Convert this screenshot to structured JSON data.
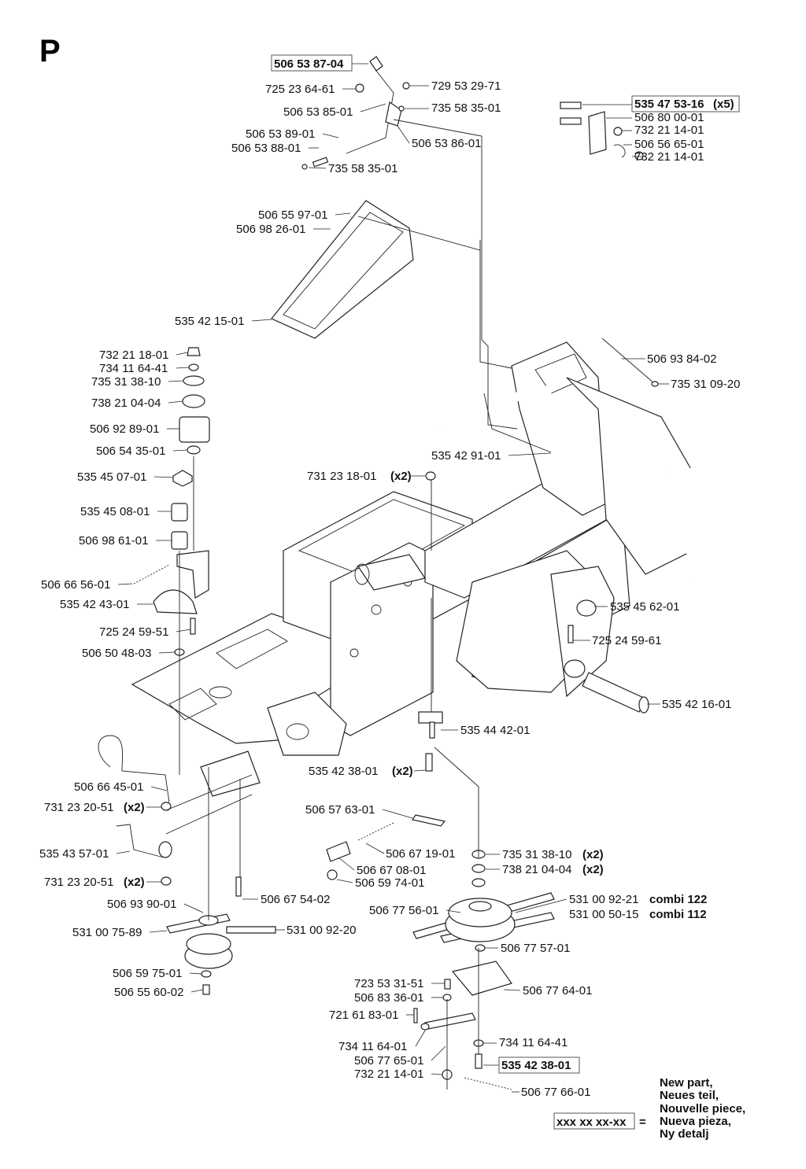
{
  "page_letter": "P",
  "parts": {
    "p01": "506 53 87-04",
    "p02": "725 23 64-61",
    "p03": "729 53 29-71",
    "p04": "506 53 85-01",
    "p05": "735 58 35-01",
    "p06": "506 53 89-01",
    "p07": "506 53 86-01",
    "p08": "506 53 88-01",
    "p09": "735 58 35-01",
    "p10": "535 47 53-16",
    "p10q": "(x5)",
    "p11": "506 80 00-01",
    "p12": "732 21 14-01",
    "p13": "506 56 65-01",
    "p14": "732 21 14-01",
    "p15": "506 55 97-01",
    "p16": "506 98 26-01",
    "p17": "535 42 15-01",
    "p18": "732 21 18-01",
    "p19": "734 11 64-41",
    "p20": "735 31 38-10",
    "p21": "738 21 04-04",
    "p22": "506 92 89-01",
    "p23": "506 54 35-01",
    "p24": "535 45 07-01",
    "p25": "535 45 08-01",
    "p26": "506 98 61-01",
    "p27": "506 66 56-01",
    "p28": "535 42 43-01",
    "p29": "725 24 59-51",
    "p30": "506 50 48-03",
    "p31": "506 93 84-02",
    "p32": "735 31 09-20",
    "p33": "535 42 91-01",
    "p34": "731 23 18-01",
    "p34q": "(x2)",
    "p35": "535 45 62-01",
    "p36": "725 24 59-61",
    "p37": "535 42 16-01",
    "p38": "535 44 42-01",
    "p39": "535 42 38-01",
    "p39q": "(x2)",
    "p40": "506 66 45-01",
    "p41": "731 23 20-51",
    "p41q": "(x2)",
    "p42": "506 57 63-01",
    "p43": "535 43 57-01",
    "p44": "506 67 19-01",
    "p45": "731 23 20-51",
    "p45q": "(x2)",
    "p46": "506 67 08-01",
    "p47": "506 59 74-01",
    "p48": "735 31 38-10",
    "p48q": "(x2)",
    "p49": "738 21 04-04",
    "p49q": "(x2)",
    "p50": "506 67 54-02",
    "p51": "531 00 92-21",
    "p51q": "combi 122",
    "p52": "531 00 50-15",
    "p52q": "combi 112",
    "p53": "506 93 90-01",
    "p54": "506 77 56-01",
    "p55": "531 00 75-89",
    "p56": "531 00 92-20",
    "p57": "506 77 57-01",
    "p58": "506 59 75-01",
    "p59": "506 55 60-02",
    "p60": "723 53 31-51",
    "p61": "506 77 64-01",
    "p62": "506 83 36-01",
    "p63": "721 61 83-01",
    "p64": "734 11 64-01",
    "p65": "734 11 64-41",
    "p66": "506 77 65-01",
    "p67": "535 42 38-01",
    "p68": "732 21 14-01",
    "p69": "506 77 66-01"
  },
  "legend": {
    "symbol": "xxx xx xx-xx",
    "equals": "=",
    "lines": [
      "New part,",
      "Neues teil,",
      "Nouvelle piece,",
      "Nueva pieza,",
      "Ny detalj"
    ]
  }
}
